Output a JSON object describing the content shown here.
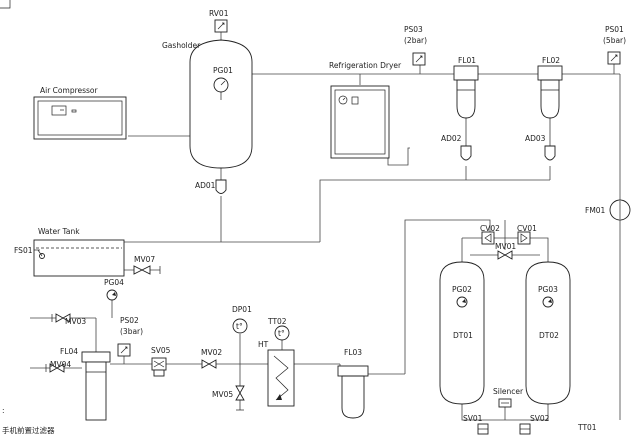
{
  "labels": {
    "air_compressor": "Air Compressor",
    "gasholder": "Gasholder",
    "rv01": "RV01",
    "pg01": "PG01",
    "ad01": "AD01",
    "refrigeration_dryer": "Refrigeration Dryer",
    "ps03": "PS03",
    "ps03_setting": "(2bar)",
    "fl01": "FL01",
    "fl02": "FL02",
    "ad02": "AD02",
    "ad03": "AD03",
    "ps01": "PS01",
    "ps01_setting": "(5bar)",
    "fm01": "FM01",
    "water_tank": "Water Tank",
    "fs01": "FS01",
    "mv07": "MV07",
    "cv02": "CV02",
    "cv01": "CV01",
    "mv01": "MV01",
    "pg02": "PG02",
    "pg03": "PG03",
    "dt01": "DT01",
    "dt02": "DT02",
    "silencer": "Silencer",
    "sv01": "SV01",
    "sv02": "SV02",
    "tt01": "TT01",
    "mv03": "MV03",
    "pg04": "PG04",
    "ps02": "PS02",
    "ps02_setting": "(3bar)",
    "fl04": "FL04",
    "mv04": "MV04",
    "sv05": "SV05",
    "mv02": "MV02",
    "dp01": "DP01",
    "mv05": "MV05",
    "tt02": "TT02",
    "ht": "HT",
    "fl03": "FL03",
    "bottom_note": "手机前置过滤器",
    "colon_mark": ":"
  }
}
